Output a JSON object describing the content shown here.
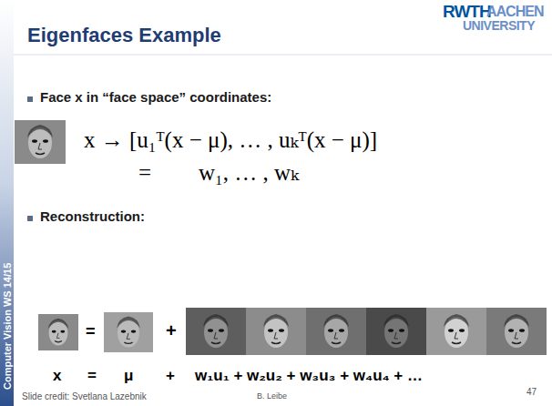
{
  "diagram": {
    "title": "Eigenfaces Example",
    "labels": [
      "RWTH",
      "AACHEN",
      "UNIVERSITY",
      "Face x in “face space” coordinates:",
      "x → [u₁ᵀ(x − μ), … , uₖᵀ(x − μ)]",
      "=",
      "w₁, … , wₖ",
      "Reconstruction:",
      "=",
      "+",
      "x",
      "=",
      "μ",
      "+",
      "w₁u₁ + w₂u₂ + w₃u₃ + w₄u₄ + …",
      "Computer Vision WS 14/15",
      "Slide credit: Svetlana Lazebnik",
      "B. Leibe",
      "47"
    ]
  }
}
